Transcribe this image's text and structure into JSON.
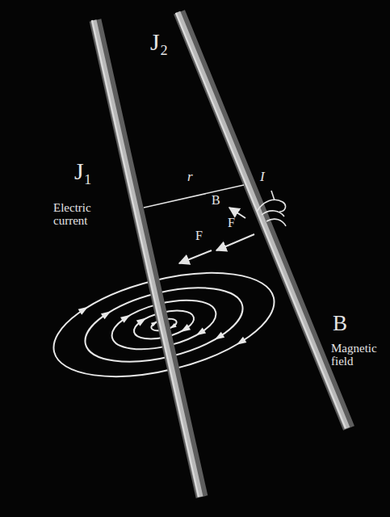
{
  "diagram": {
    "labels": [
      "J₂",
      "J₁",
      "Electric current",
      "r",
      "I",
      "B",
      "F",
      "F",
      "B",
      "Magnetic field"
    ]
  }
}
